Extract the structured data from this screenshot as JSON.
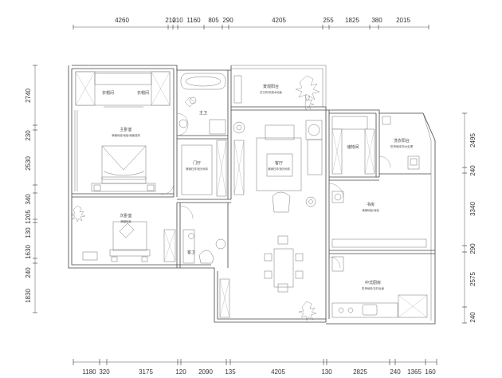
{
  "dimensions": {
    "top": [
      "4260",
      "210",
      "210",
      "1160",
      "805",
      "290",
      "4205",
      "255",
      "1825",
      "380",
      "2015"
    ],
    "bottom": [
      "1180",
      "320",
      "3175",
      "120",
      "2090",
      "135",
      "4205",
      "130",
      "2825",
      "240",
      "1365",
      "160"
    ],
    "left": [
      "2740",
      "230",
      "2530",
      "340",
      "1205",
      "130",
      "1630",
      "240",
      "1830"
    ],
    "right": [
      "2495",
      "240",
      "3340",
      "290",
      "2575",
      "240"
    ]
  },
  "rooms": {
    "cloakroom": "衣帽间",
    "master_bedroom": "主卧室",
    "master_bedroom_note": "满铺地毯/地板/墙面装饰",
    "master_bath": "主卫",
    "entrance": "门厅",
    "entrance_note": "满铺石材/抛光地砖",
    "scenic_balcony": "景观阳台",
    "scenic_balcony_note": "仿古砖/防腐木地板",
    "living_room": "客厅",
    "living_room_note": "满铺石材/抛光地砖",
    "storage": "储物间",
    "laundry_balcony": "洗衣阳台",
    "laundry_balcony_note": "防滑地砖/防水处理",
    "study": "书房",
    "study_note": "满铺地板/地毯",
    "second_bedroom": "次卧室",
    "second_bedroom_note": "满铺地板",
    "guest_bath": "客卫",
    "kitchen": "中式厨房",
    "kitchen_note": "防滑地砖/石材台面"
  }
}
